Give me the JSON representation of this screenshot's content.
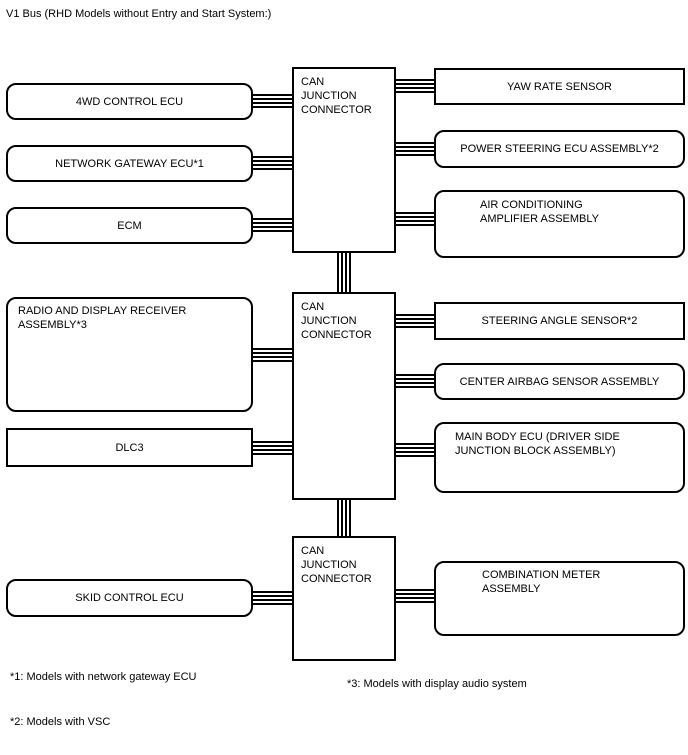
{
  "title": "V1 Bus (RHD Models without Entry and Start System:)",
  "junction": {
    "label": "CAN\nJUNCTION\nCONNECTOR"
  },
  "nodes": {
    "fourwd_control_ecu": "4WD CONTROL ECU",
    "network_gateway_ecu": "NETWORK GATEWAY ECU*1",
    "ecm": "ECM",
    "radio_display_receiver": "RADIO AND DISPLAY RECEIVER\nASSEMBLY*3",
    "dlc3": "DLC3",
    "skid_control_ecu": "SKID CONTROL ECU",
    "yaw_rate_sensor": "YAW RATE SENSOR",
    "power_steering_ecu": "POWER STEERING ECU ASSEMBLY*2",
    "air_conditioning_amplifier": "AIR CONDITIONING\nAMPLIFIER ASSEMBLY",
    "steering_angle_sensor": "STEERING ANGLE SENSOR*2",
    "center_airbag_sensor": "CENTER AIRBAG SENSOR ASSEMBLY",
    "main_body_ecu": "MAIN BODY ECU (DRIVER SIDE\nJUNCTION BLOCK ASSEMBLY)",
    "combination_meter": "COMBINATION METER\nASSEMBLY"
  },
  "footnotes": [
    "*1: Models with network gateway ECU",
    "*2: Models with VSC",
    "*3: Models with display audio system"
  ],
  "colors": {
    "line": "#000000",
    "background": "#ffffff",
    "text": "#000000"
  }
}
